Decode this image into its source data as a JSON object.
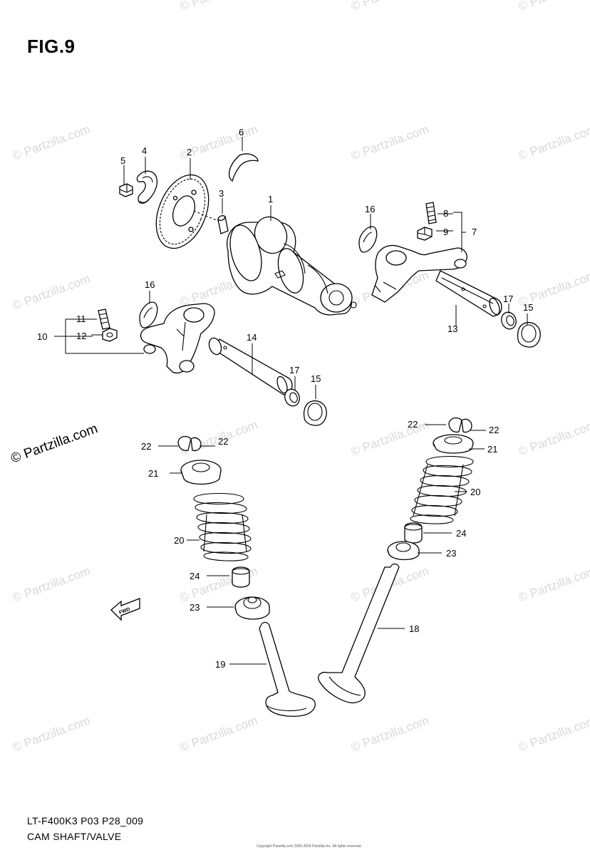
{
  "figure_title": "FIG.9",
  "diagram_code": "LT-F400K3 P03 P28_009",
  "diagram_name": "CAM SHAFT/VALVE",
  "watermark": "© Partzilla.com",
  "copyright_note": "Copyright Partzilla.com 2006-2024 Partzilla Inc. All rights reserved.",
  "callouts": {
    "c1": "1",
    "c2": "2",
    "c3": "3",
    "c4": "4",
    "c5": "5",
    "c6": "6",
    "c7": "7",
    "c8": "8",
    "c9": "9",
    "c10": "10",
    "c11": "11",
    "c12": "12",
    "c13": "13",
    "c14": "14",
    "c15a": "15",
    "c15b": "15",
    "c16a": "16",
    "c16b": "16",
    "c17a": "17",
    "c17b": "17",
    "c18": "18",
    "c19": "19",
    "c20a": "20",
    "c20b": "20",
    "c21a": "21",
    "c21b": "21",
    "c22a": "22",
    "c22b": "22",
    "c22c": "22",
    "c22d": "22",
    "c23a": "23",
    "c23b": "23",
    "c24a": "24",
    "c24b": "24"
  },
  "fwd_label": "FWD"
}
